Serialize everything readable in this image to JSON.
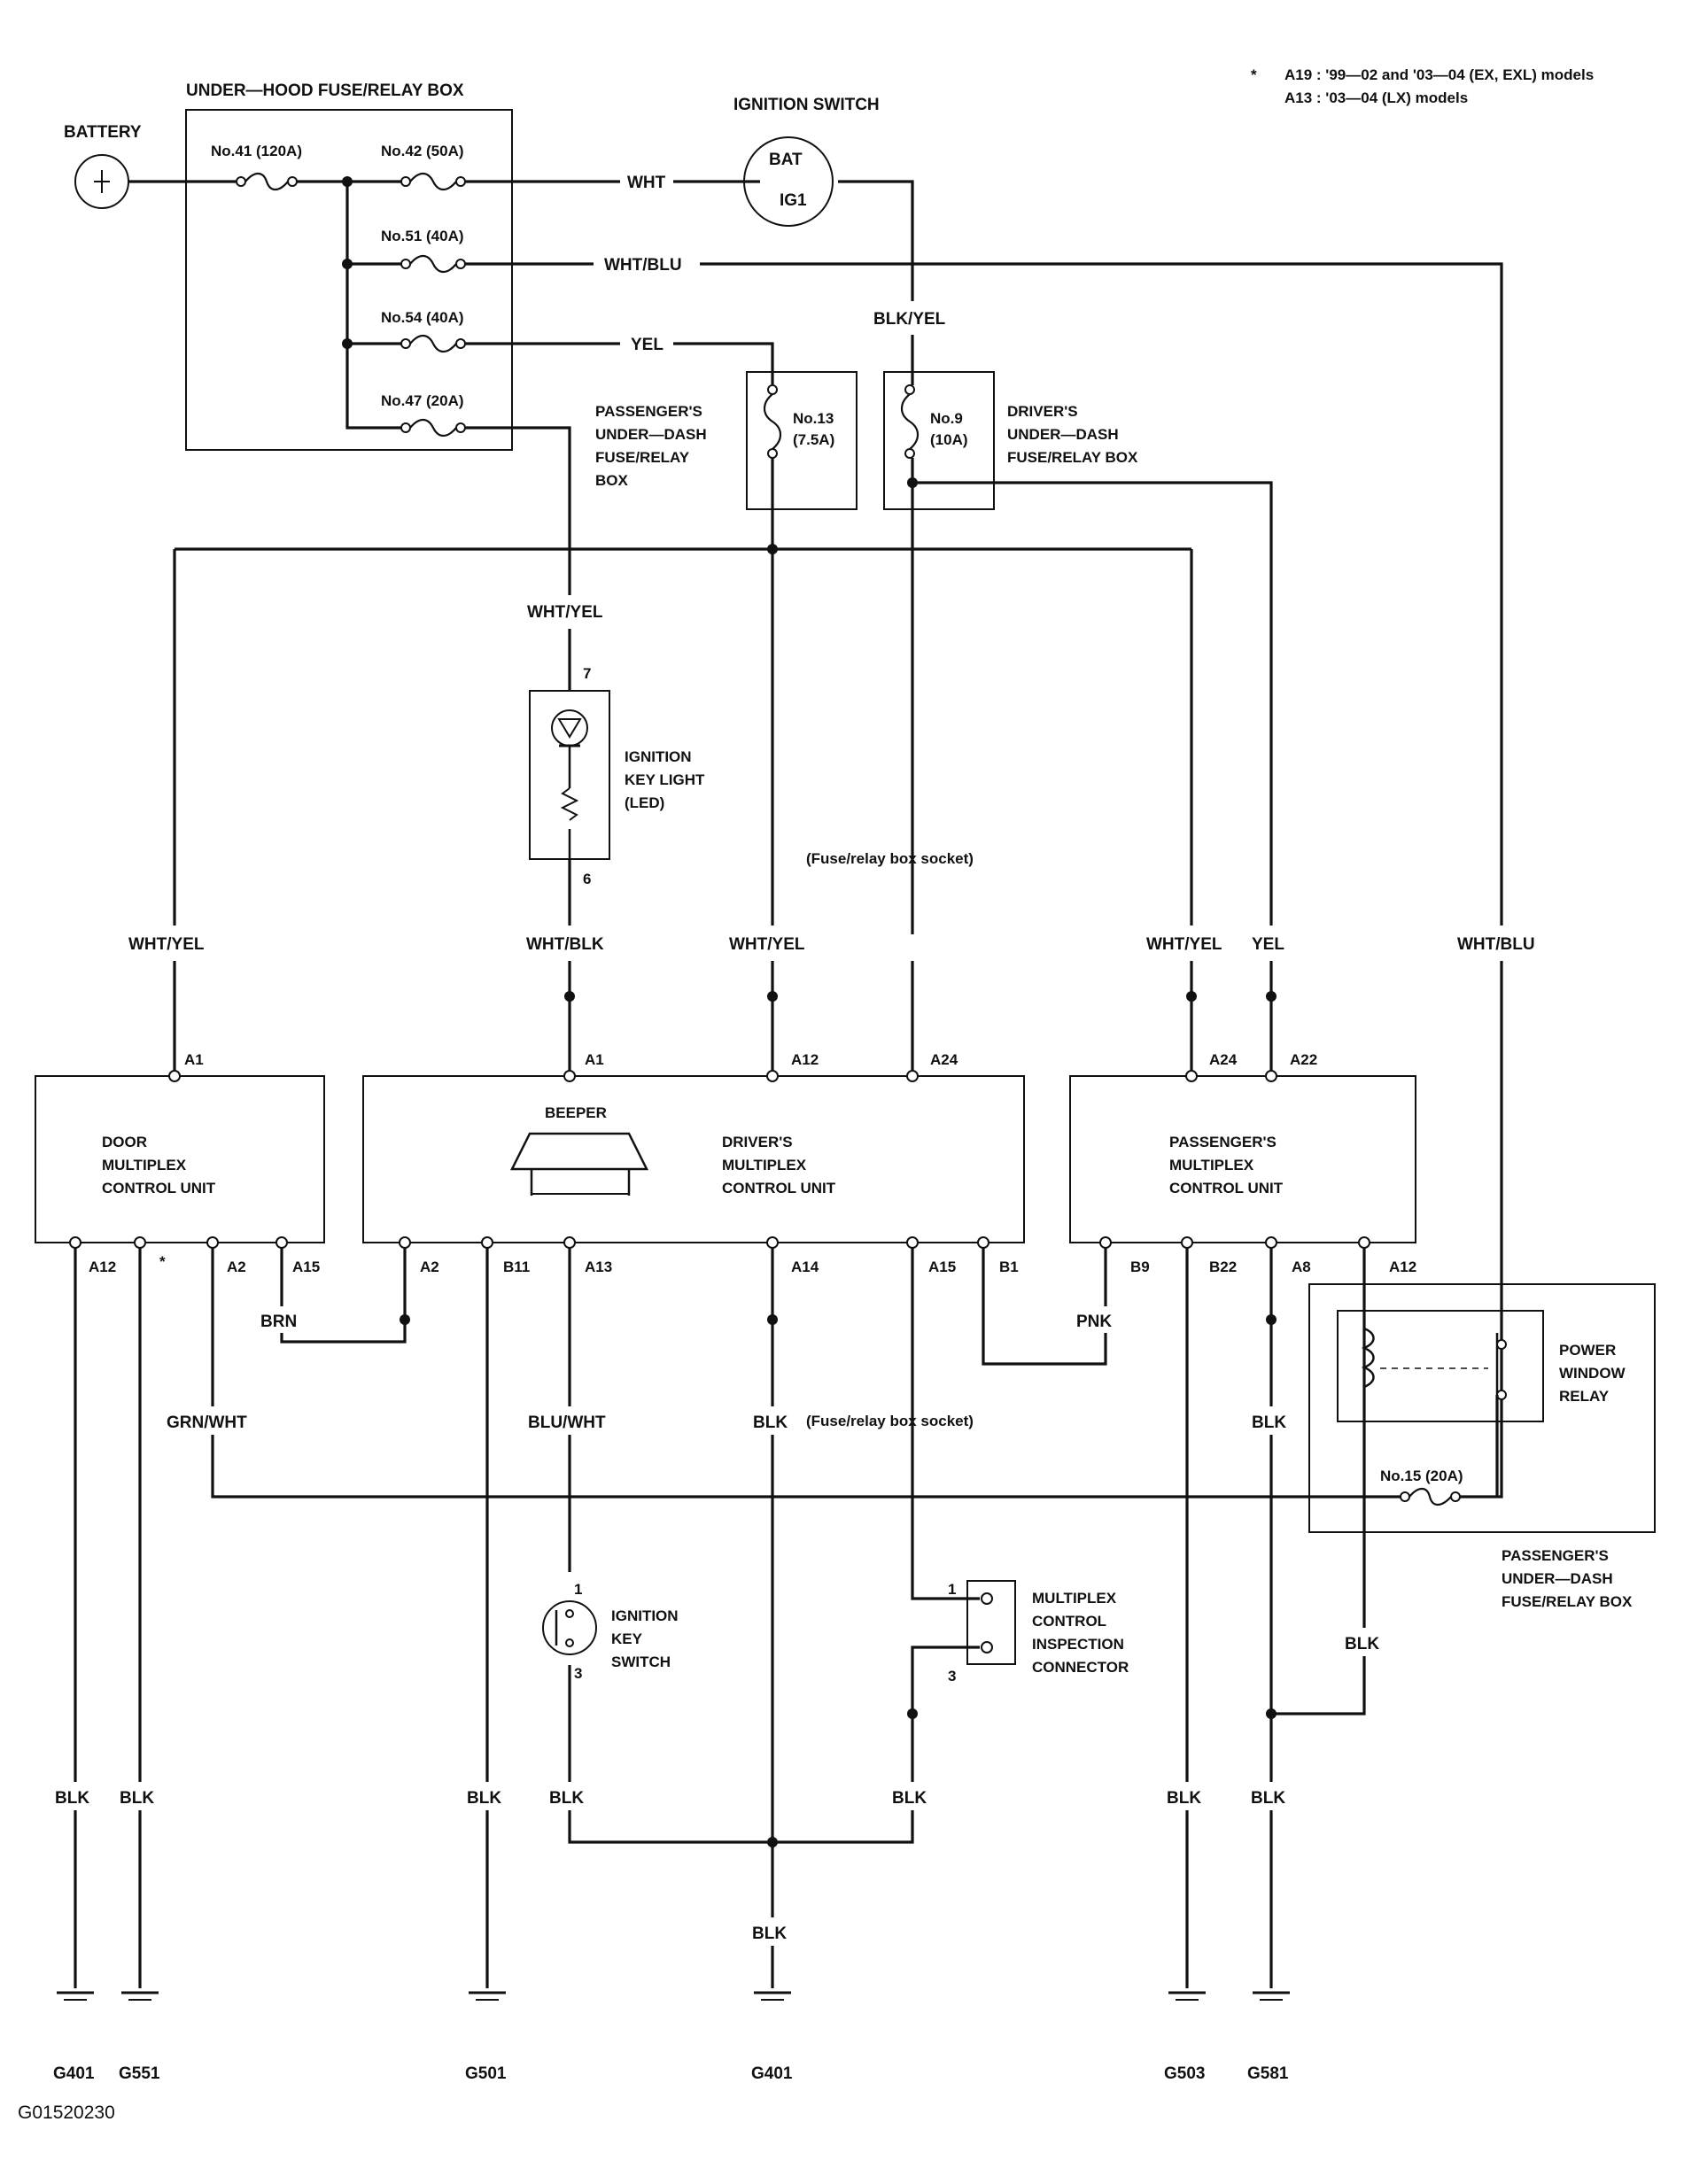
{
  "footnote": {
    "marker": "*",
    "line1": "A19 : '99—02 and '03—04 (EX, EXL) models",
    "line2": "A13 : '03—04 (LX) models"
  },
  "image_code": "G01520230",
  "battery": {
    "label": "BATTERY"
  },
  "underhood_box": {
    "title": "UNDER—HOOD FUSE/RELAY BOX",
    "fuses": [
      "No.41 (120A)",
      "No.42 (50A)",
      "No.51 (40A)",
      "No.54 (40A)",
      "No.47 (20A)"
    ]
  },
  "ignition_switch": {
    "title": "IGNITION SWITCH",
    "bat": "BAT",
    "ig1": "IG1"
  },
  "passenger_underdash_box": {
    "title": [
      "PASSENGER'S",
      "UNDER—DASH",
      "FUSE/RELAY",
      "BOX"
    ],
    "fuse": [
      "No.13",
      "(7.5A)"
    ]
  },
  "driver_underdash_box": {
    "title": [
      "DRIVER'S",
      "UNDER—DASH",
      "FUSE/RELAY BOX"
    ],
    "fuse": [
      "No.9",
      "(10A)"
    ]
  },
  "ignition_key_light": {
    "title": [
      "IGNITION",
      "KEY LIGHT",
      "(LED)"
    ],
    "pin_top": "7",
    "pin_bottom": "6"
  },
  "socket_notes": [
    "(Fuse/relay box socket)",
    "(Fuse/relay box socket)"
  ],
  "door_unit": {
    "title": [
      "DOOR",
      "MULTIPLEX",
      "CONTROL UNIT"
    ],
    "pins_top": [
      "A1"
    ],
    "pins_bottom": [
      "A12",
      "*",
      "A2",
      "A15"
    ]
  },
  "driver_unit": {
    "title": [
      "DRIVER'S",
      "MULTIPLEX",
      "CONTROL UNIT"
    ],
    "beeper": "BEEPER",
    "pins_top": [
      "A1",
      "A12",
      "A24"
    ],
    "pins_bottom": [
      "A2",
      "B11",
      "A13",
      "A14",
      "A15",
      "B1"
    ]
  },
  "passenger_unit": {
    "title": [
      "PASSENGER'S",
      "MULTIPLEX",
      "CONTROL UNIT"
    ],
    "pins_top": [
      "A24",
      "A22"
    ],
    "pins_bottom": [
      "B9",
      "B22",
      "A8",
      "A12"
    ]
  },
  "power_window_relay": {
    "title": [
      "POWER",
      "WINDOW",
      "RELAY"
    ],
    "fuse": "No.15 (20A)",
    "box_title": [
      "PASSENGER'S",
      "UNDER—DASH",
      "FUSE/RELAY BOX"
    ]
  },
  "ignition_key_switch": {
    "title": [
      "IGNITION",
      "KEY",
      "SWITCH"
    ],
    "pin_top": "1",
    "pin_bottom": "3"
  },
  "inspection_connector": {
    "title": [
      "MULTIPLEX",
      "CONTROL",
      "INSPECTION",
      "CONNECTOR"
    ],
    "pin_top": "1",
    "pin_bottom": "3"
  },
  "wires": {
    "wht": "WHT",
    "wht_blu_top": "WHT/BLU",
    "yel_top": "YEL",
    "blk_yel": "BLK/YEL",
    "wht_yel_mid": "WHT/YEL",
    "wht_yel_left": "WHT/YEL",
    "wht_blk": "WHT/BLK",
    "wht_yel_center": "WHT/YEL",
    "wht_yel_right": "WHT/YEL",
    "yel_right": "YEL",
    "wht_blu_right": "WHT/BLU",
    "brn": "BRN",
    "pnk": "PNK",
    "grn_wht": "GRN/WHT",
    "blu_wht": "BLU/WHT",
    "blk_a14": "BLK",
    "blk_a8": "BLK",
    "blk_a12r": "BLK",
    "blk_g401l": "BLK",
    "blk_g551": "BLK",
    "blk_g501": "BLK",
    "blk_keysw": "BLK",
    "blk_insp": "BLK",
    "blk_g503": "BLK",
    "blk_g581": "BLK",
    "blk_g401c": "BLK"
  },
  "grounds": [
    "G401",
    "G551",
    "G501",
    "G401",
    "G503",
    "G581"
  ]
}
